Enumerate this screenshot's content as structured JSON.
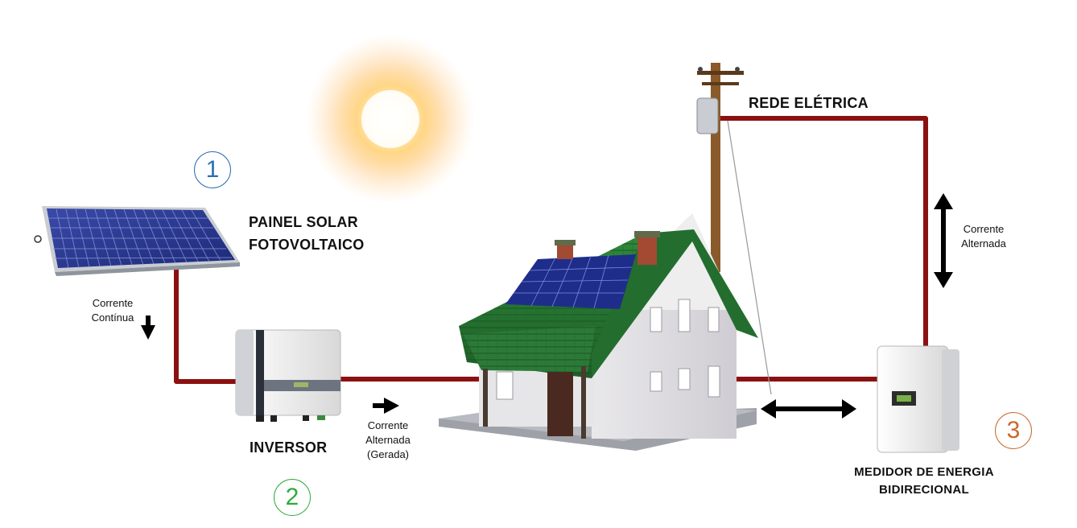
{
  "steps": [
    {
      "number": "1",
      "color": "#2a6fb5"
    },
    {
      "number": "2",
      "color": "#2faa3a"
    },
    {
      "number": "3",
      "color": "#c8692a"
    }
  ],
  "labels": {
    "solar_panel_line1": "PAINEL SOLAR",
    "solar_panel_line2": "FOTOVOLTAICO",
    "inverter": "INVERSOR",
    "grid": "REDE ELÉTRICA",
    "meter_line1": "MEDIDOR DE ENERGIA",
    "meter_line2": "BIDIRECIONAL"
  },
  "currents": {
    "dc_line1": "Corrente",
    "dc_line2": "Contínua",
    "ac_generated_line1": "Corrente",
    "ac_generated_line2": "Alternada",
    "ac_generated_line3": "(Gerada)",
    "ac_grid_line1": "Corrente",
    "ac_grid_line2": "Alternada"
  },
  "colors": {
    "wire": "#8b1111",
    "arrow": "#000000"
  }
}
